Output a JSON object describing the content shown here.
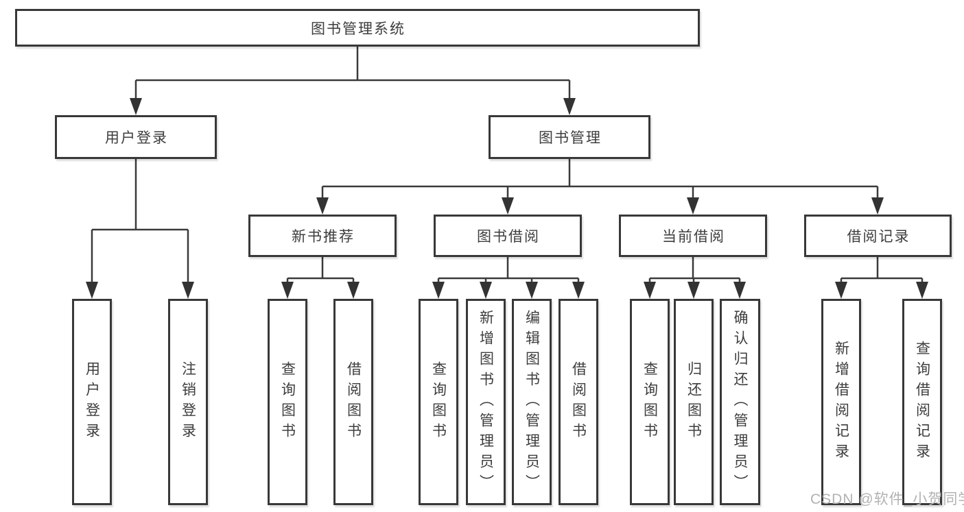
{
  "diagram": {
    "root": {
      "label": "图书管理系统"
    },
    "children": [
      {
        "label": "用户登录",
        "children": [
          {
            "label": "用户登录"
          },
          {
            "label": "注销登录"
          }
        ]
      },
      {
        "label": "图书管理",
        "children": [
          {
            "label": "新书推荐",
            "children": [
              {
                "label": "查询图书"
              },
              {
                "label": "借阅图书"
              }
            ]
          },
          {
            "label": "图书借阅",
            "children": [
              {
                "label": "查询图书"
              },
              {
                "label": "新增图书（管理员）"
              },
              {
                "label": "编辑图书（管理员）"
              },
              {
                "label": "借阅图书"
              }
            ]
          },
          {
            "label": "当前借阅",
            "children": [
              {
                "label": "查询图书"
              },
              {
                "label": "归还图书"
              },
              {
                "label": "确认归还（管理员）"
              }
            ]
          },
          {
            "label": "借阅记录",
            "children": [
              {
                "label": "新增借阅记录"
              },
              {
                "label": "查询借阅记录"
              }
            ]
          }
        ]
      }
    ]
  },
  "watermark": {
    "text": "CSDN @软件_小贺同学"
  },
  "colors": {
    "line": "#3a3a3a",
    "box_border": "#383838",
    "text": "#3d3d3d",
    "watermark": "#b2b2b2",
    "background": "#ffffff"
  }
}
